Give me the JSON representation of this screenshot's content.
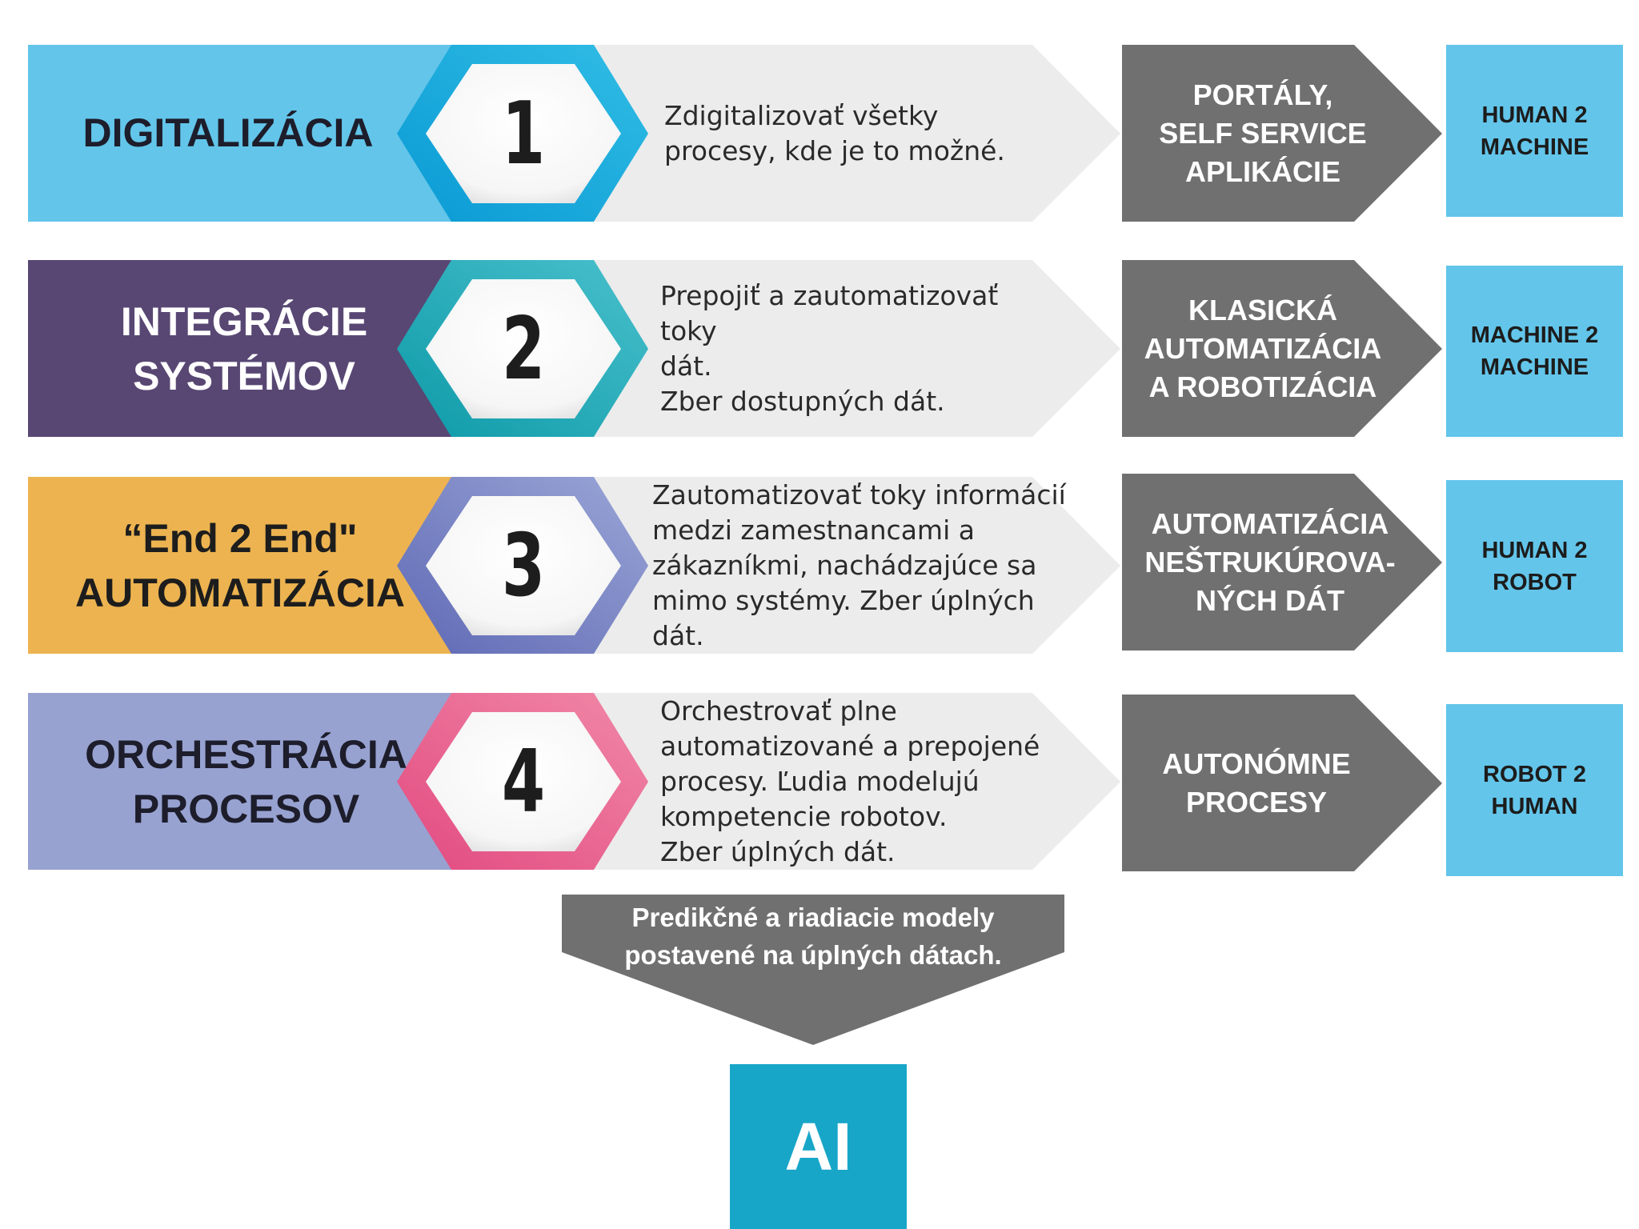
{
  "stages": [
    {
      "title": "DIGITALIZÁCIA",
      "number": "1",
      "description": "Zdigitalizovať všetky\nprocesy, kde je to možné.",
      "technology": "PORTÁLY,\nSELF SERVICE\nAPLIKÁCIE",
      "relation": "HUMAN 2\nMACHINE",
      "color": "#63c5ea",
      "hex_color_dark": "#0a9ad4",
      "hex_color_light": "#31bde5",
      "title_color": "#1d1d2b"
    },
    {
      "title": "INTEGRÁCIE\nSYSTÉMOV",
      "number": "2",
      "description": "Prepojiť a zautomatizovať toky\ndát.\nZber dostupných dát.",
      "technology": "KLASICKÁ\nAUTOMATIZÁCIA\nA ROBOTIZÁCIA",
      "relation": "MACHINE 2\nMACHINE",
      "color": "#584773",
      "hex_color_dark": "#0e9aa8",
      "hex_color_light": "#49c0cc",
      "title_color": "#ffffff"
    },
    {
      "title": "“End 2 End\"\nAUTOMATIZÁCIA",
      "number": "3",
      "description": "Zautomatizovať toky informácií\nmedzi zamestnancami a\nzákazníkmi, nachádzajúce sa\nmimo systémy. Zber úplných dát.",
      "technology": "AUTOMATIZÁCIA\nNEŠTRUKÚROVA-\nNÝCH DÁT",
      "relation": "HUMAN 2\nROBOT",
      "color": "#ecb350",
      "hex_color_dark": "#5f69b5",
      "hex_color_light": "#9aa6d6",
      "title_color": "#1d1d1d"
    },
    {
      "title": "ORCHESTRÁCIA\nPROCESOV",
      "number": "4",
      "description": "Orchestrovať plne\nautomatizované a prepojené\nprocesy. Ľudia modelujú\nkompetencie robotov.\nZber úplných dát.",
      "technology": "AUTONÓMNE\nPROCESY",
      "relation": "ROBOT 2\nHUMAN",
      "color": "#97a2d1",
      "hex_color_dark": "#e24a80",
      "hex_color_light": "#f189a8",
      "title_color": "#1d1d2b"
    }
  ],
  "bottom": {
    "text": "Predikčné a riadiacie modely\npostavené na úplných dátach.",
    "ai_label": "AI"
  },
  "colors": {
    "panel_grey": "#ececec",
    "tech_grey": "#707070",
    "relation_blue": "#63c5ea",
    "ai_blue": "#18a6c8"
  }
}
